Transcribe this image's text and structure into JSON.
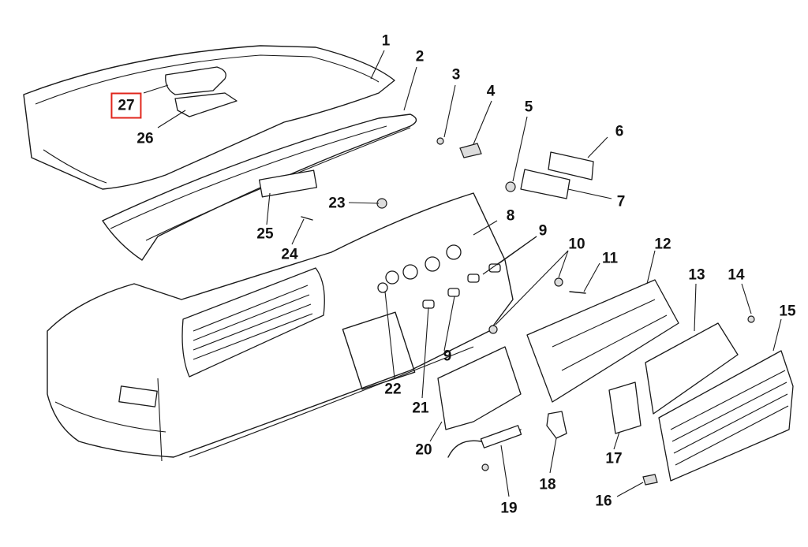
{
  "diagram": {
    "callouts": [
      "1",
      "2",
      "3",
      "4",
      "5",
      "6",
      "7",
      "8",
      "9",
      "9",
      "10",
      "11",
      "12",
      "13",
      "14",
      "15",
      "16",
      "17",
      "18",
      "19",
      "20",
      "21",
      "22",
      "23",
      "24",
      "25",
      "26",
      "27"
    ],
    "highlighted": "27",
    "highlight_color": "#e0261c"
  }
}
